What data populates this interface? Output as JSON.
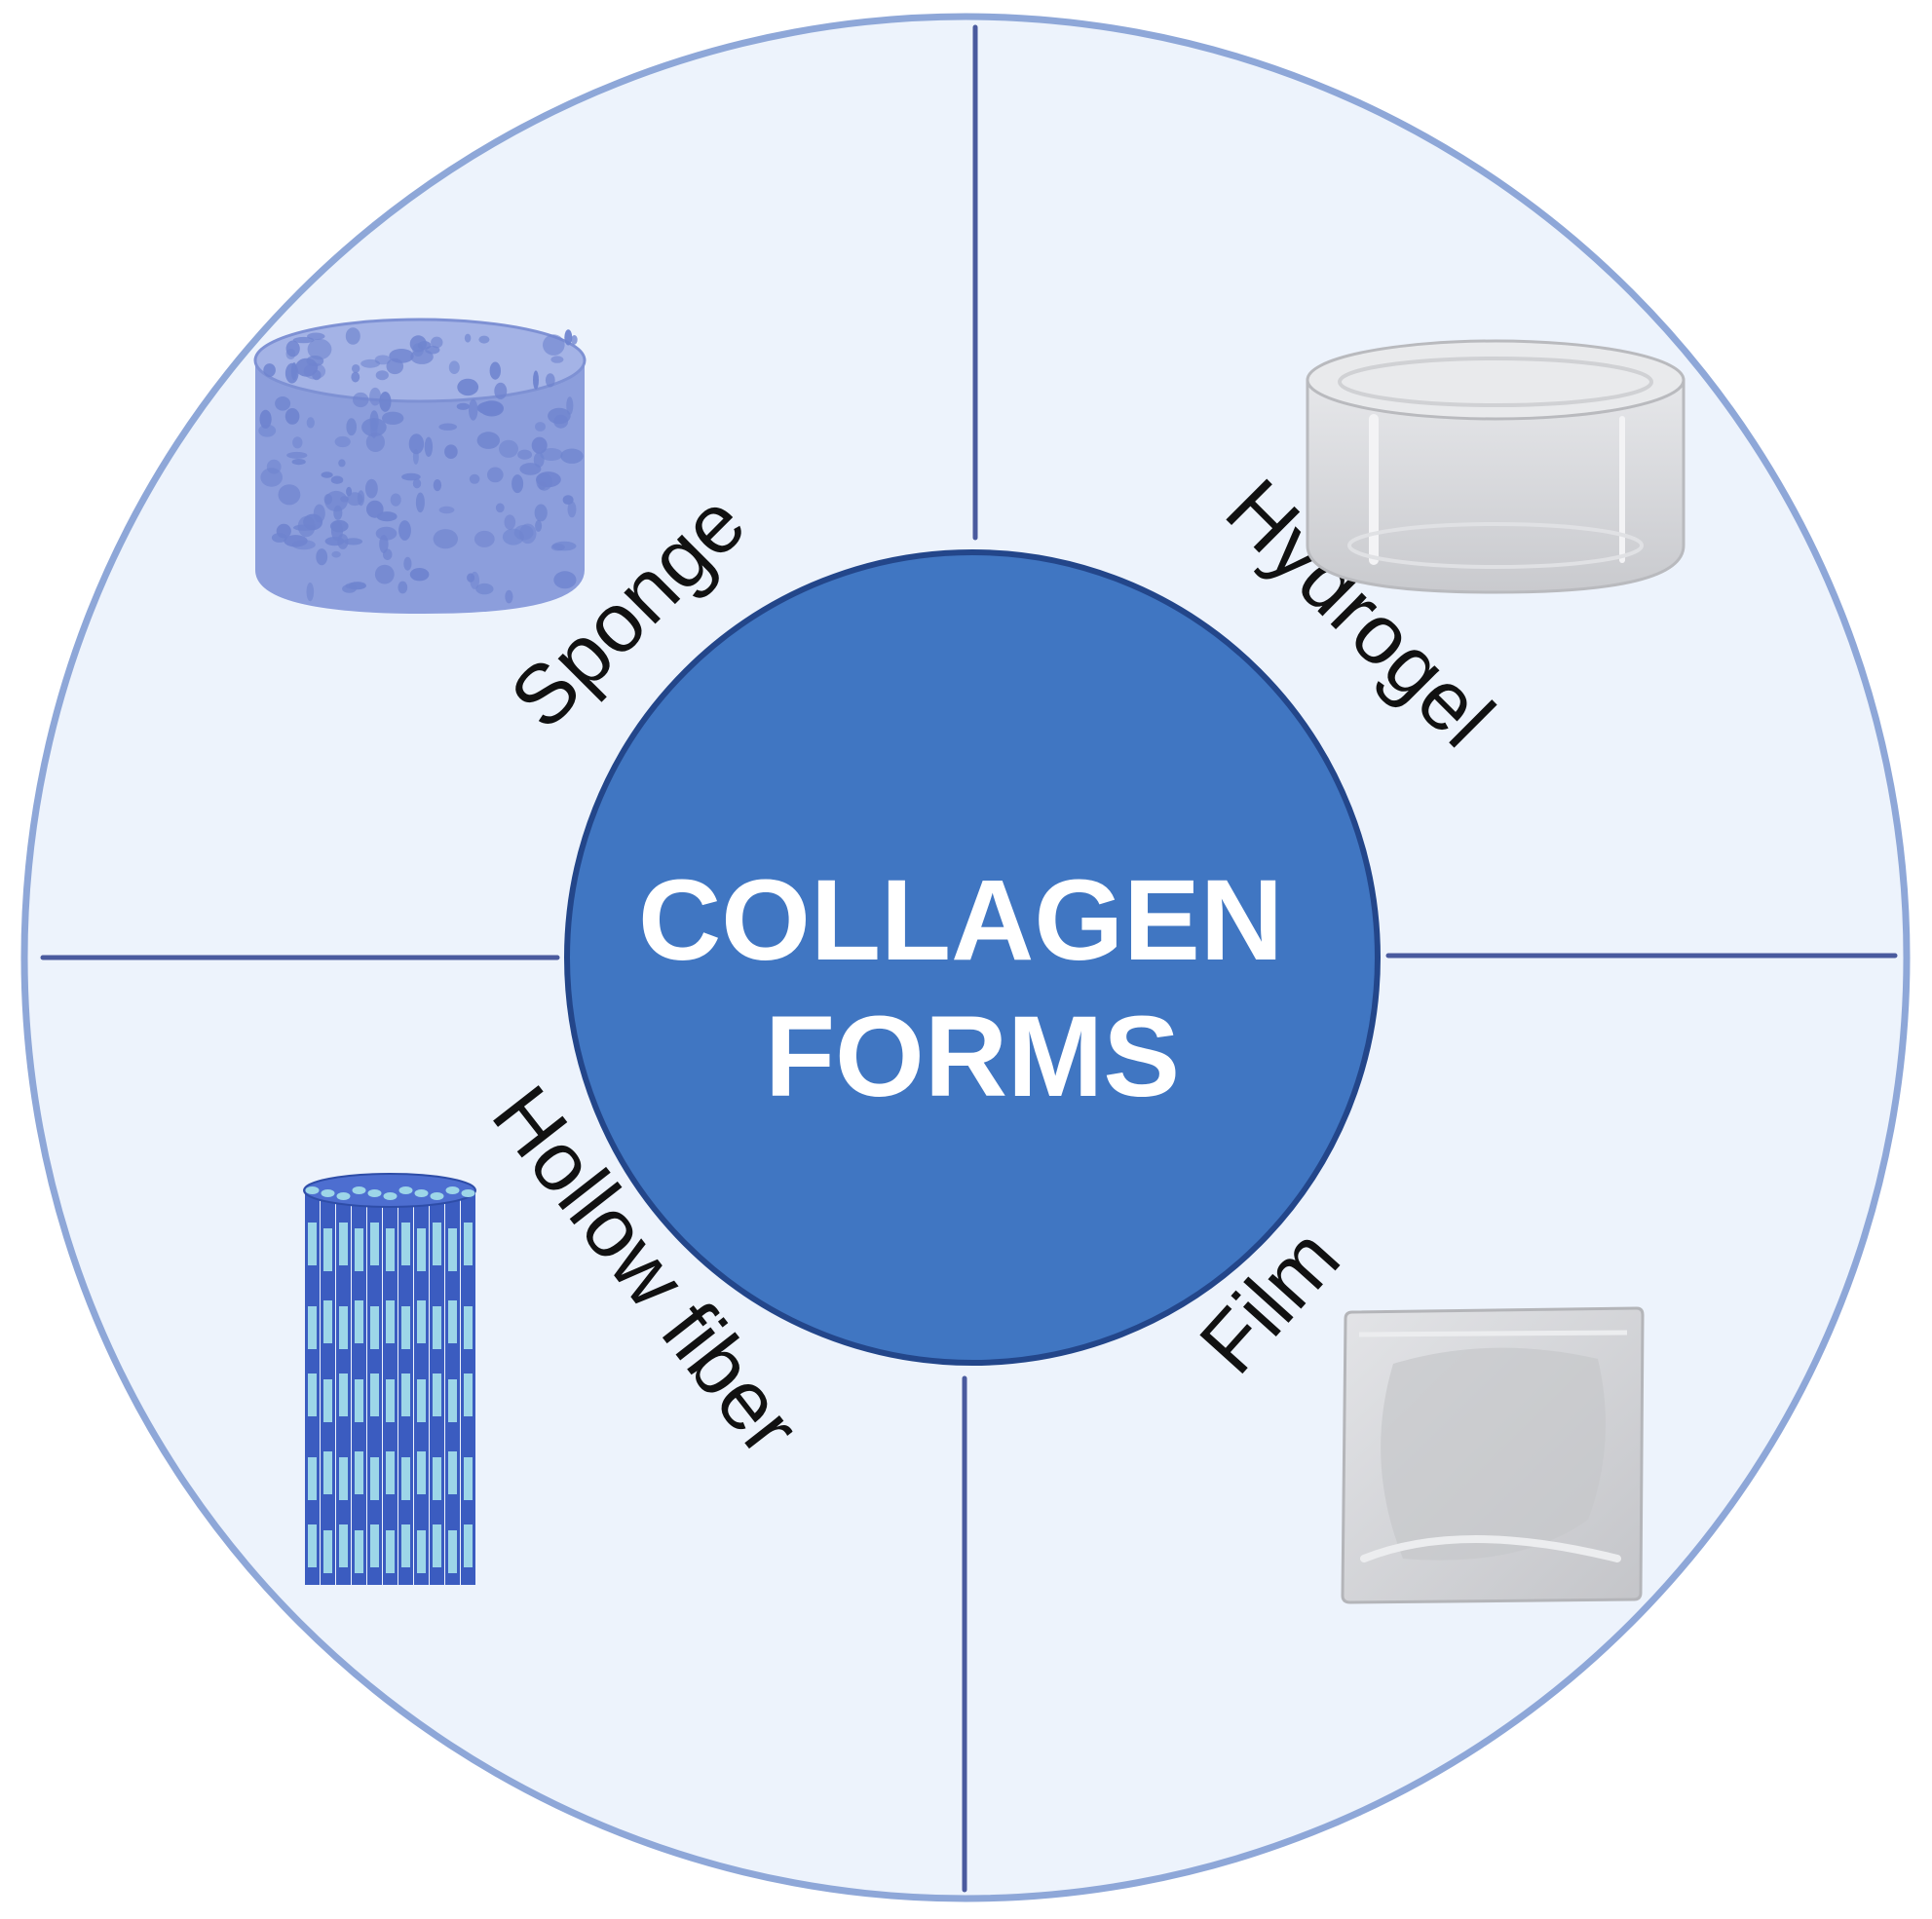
{
  "center": {
    "title_line1": "COLLAGEN",
    "title_line2": "FORMS"
  },
  "forms": [
    {
      "label": "Sponge",
      "icon": "sponge-icon"
    },
    {
      "label": "Hydrogel",
      "icon": "hydrogel-icon"
    },
    {
      "label": "Hollow fiber",
      "icon": "hollow-fiber-icon"
    },
    {
      "label": "Film",
      "icon": "film-icon"
    }
  ],
  "colors": {
    "outer_fill": "#EDF3FC",
    "outer_stroke": "#8EA7D8",
    "divider": "#4A5A9E",
    "center_fill": "#4076C2",
    "center_stroke": "#23468A",
    "sponge": "#8C9EDC",
    "hydrogel": "#D8D9DC",
    "fiber_dark": "#3B5CC0",
    "fiber_light": "#9DD6E8",
    "film": "#D3D4D7"
  }
}
